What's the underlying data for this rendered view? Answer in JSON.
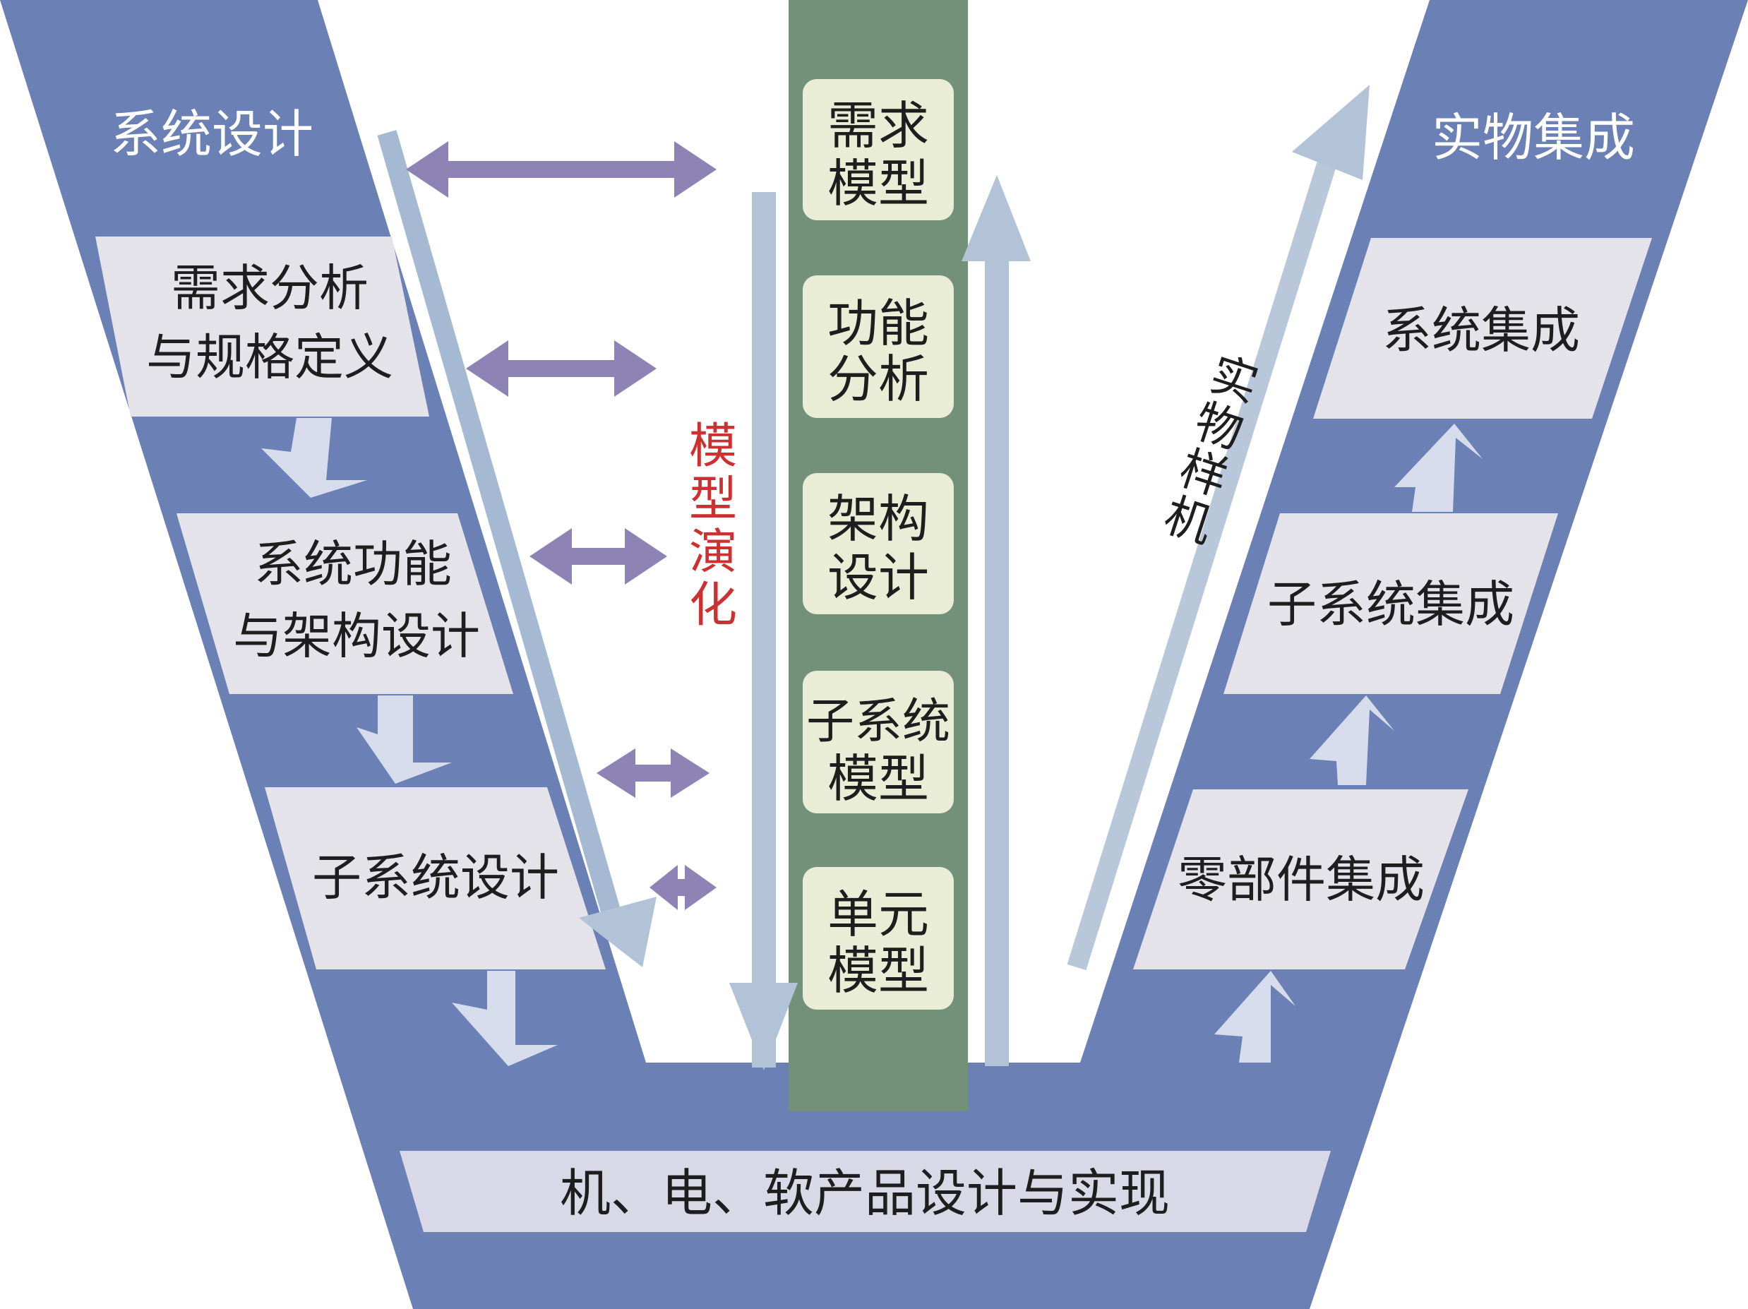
{
  "colors": {
    "v_band": "#6b80b4",
    "box": "#e4e3ea",
    "bottom_box": "#d9d8e6",
    "center_column": "#739079",
    "model_box": "#e9edd6",
    "h_arrow": "#8d83b4",
    "flow_arrow": "#b2c3d8",
    "step_arrow": "#d6dcec",
    "evolution_text": "#cc3030"
  },
  "left": {
    "header": "系统设计",
    "boxes": [
      {
        "line1": "需求分析",
        "line2": "与规格定义"
      },
      {
        "line1": "系统功能",
        "line2": "与架构设计"
      },
      {
        "line1": "子系统设计"
      }
    ]
  },
  "right": {
    "header": "实物集成",
    "boxes": [
      {
        "line1": "系统集成"
      },
      {
        "line1": "子系统集成"
      },
      {
        "line1": "零部件集成"
      }
    ]
  },
  "bottom": {
    "label": "机、电、软产品设计与实现"
  },
  "center": {
    "models": [
      {
        "line1": "需求",
        "line2": "模型"
      },
      {
        "line1": "功能",
        "line2": "分析"
      },
      {
        "line1": "架构",
        "line2": "设计"
      },
      {
        "line1": "子系统",
        "line2": "模型"
      },
      {
        "line1": "单元",
        "line2": "模型"
      }
    ]
  },
  "annotations": {
    "model_evolution": [
      "模",
      "型",
      "演",
      "化"
    ],
    "physical_prototype": [
      "实",
      "物",
      "样",
      "机"
    ]
  },
  "icons": [
    "double-headed-arrow-icon",
    "down-arrow-icon",
    "up-arrow-icon",
    "step-arrow-icon"
  ]
}
